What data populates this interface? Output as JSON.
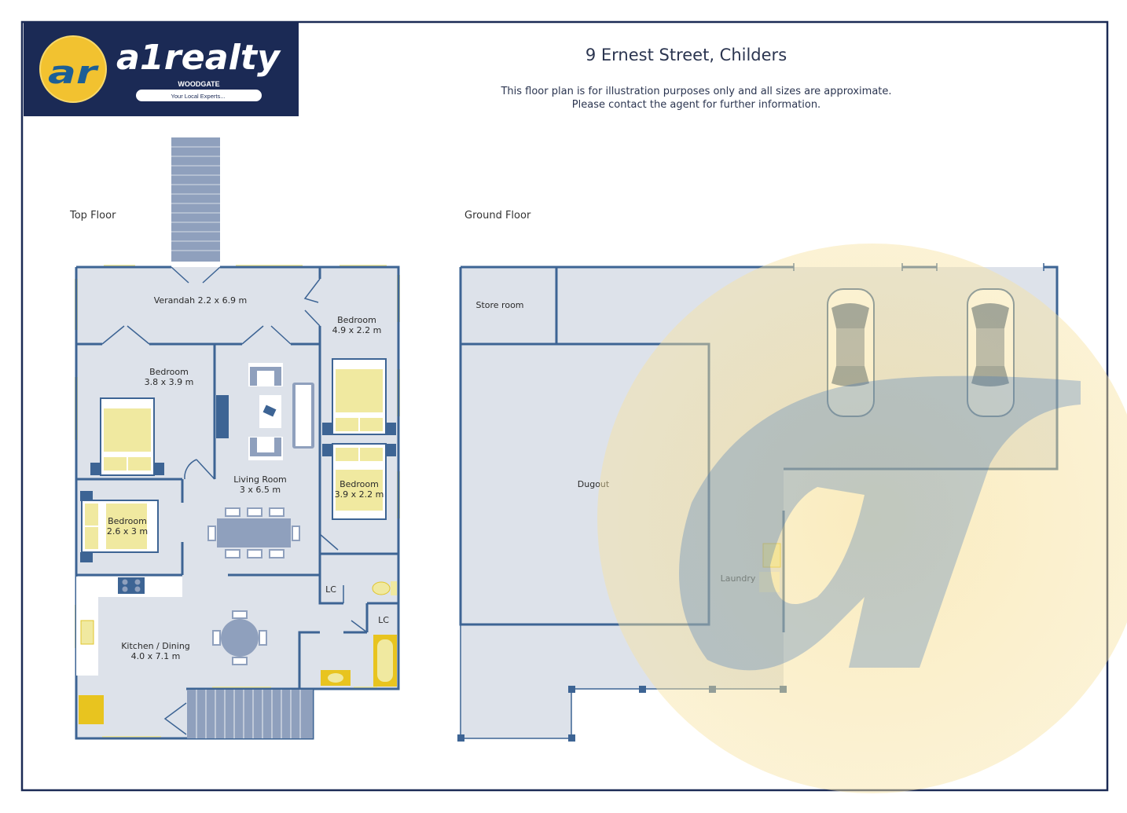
{
  "header": {
    "title": "9 Ernest Street, Childers",
    "disclaimer_line1": "This floor plan is for illustration purposes only and all sizes are approximate.",
    "disclaimer_line2": "Please contact the agent for further information."
  },
  "logo": {
    "mark": "ar",
    "brand": "a1realty",
    "location": "WOODGATE",
    "tagline": "Your Local Experts..."
  },
  "top_floor": {
    "title": "Top Floor",
    "rooms": [
      {
        "name": "Verandah 2.2 x 6.9 m"
      },
      {
        "name": "Bedroom",
        "size": "4.9 x 2.2 m"
      },
      {
        "name": "Bedroom",
        "size": "3.8 x 3.9 m"
      },
      {
        "name": "Living Room",
        "size": "3 x 6.5 m"
      },
      {
        "name": "Bedroom",
        "size": "3.9 x 2.2 m"
      },
      {
        "name": "Bedroom",
        "size": "2.6 x 3 m"
      },
      {
        "name": "LC"
      },
      {
        "name": "LC"
      },
      {
        "name": "Kitchen / Dining",
        "size": "4.0 x 7.1 m"
      }
    ]
  },
  "ground_floor": {
    "title": "Ground Floor",
    "rooms": [
      {
        "name": "Store room"
      },
      {
        "name": "Dugout"
      },
      {
        "name": "Laundry"
      }
    ]
  },
  "colors": {
    "navy": "#1b2a55",
    "wall": "#3d6494",
    "floor": "#dde2ea",
    "yellow": "#f0e9a0",
    "gold": "#f2c230"
  }
}
